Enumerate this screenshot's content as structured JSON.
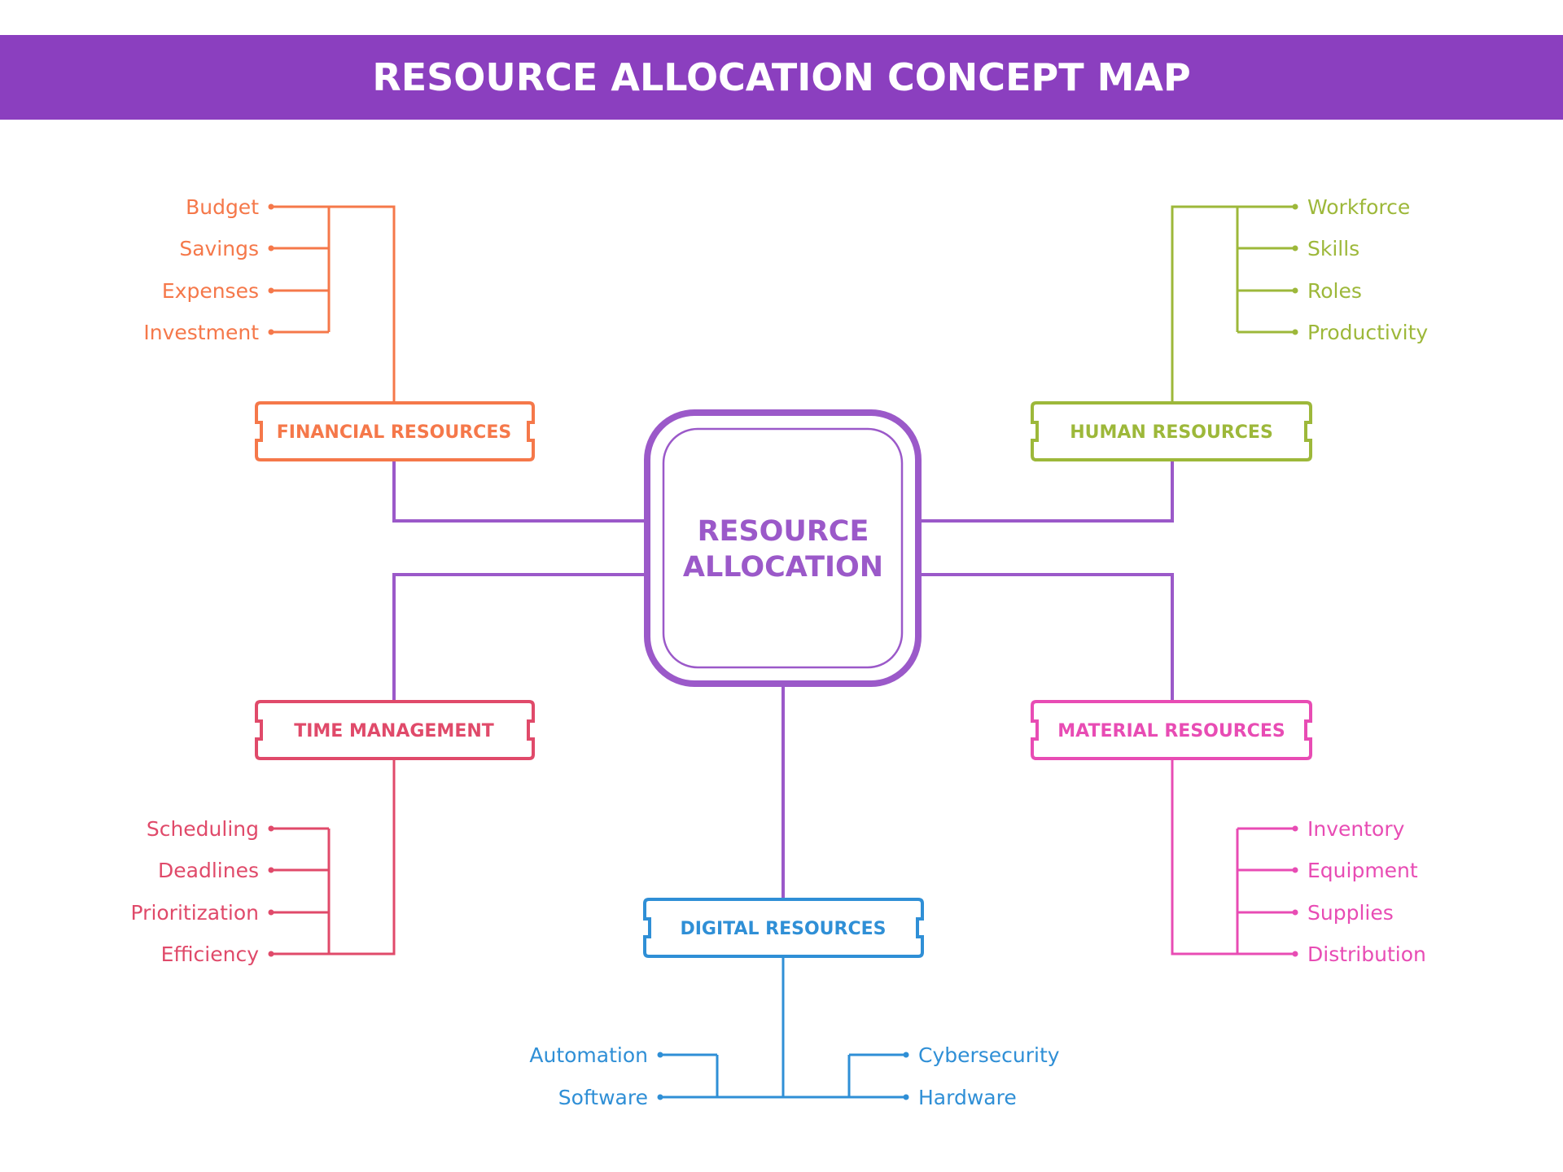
{
  "title": "RESOURCE ALLOCATION CONCEPT MAP",
  "center": {
    "line1": "RESOURCE",
    "line2": "ALLOCATION",
    "color": "#9b59c9"
  },
  "branches": {
    "financial": {
      "label": "FINANCIAL RESOURCES",
      "color": "#f5784a",
      "items": [
        "Budget",
        "Savings",
        "Expenses",
        "Investment"
      ]
    },
    "human": {
      "label": "HUMAN RESOURCES",
      "color": "#9db83a",
      "items": [
        "Workforce",
        "Skills",
        "Roles",
        "Productivity"
      ]
    },
    "time": {
      "label": "TIME MANAGEMENT",
      "color": "#e04a6a",
      "items": [
        "Scheduling",
        "Deadlines",
        "Prioritization",
        "Efficiency"
      ]
    },
    "material": {
      "label": "MATERIAL RESOURCES",
      "color": "#e84cb4",
      "items": [
        "Inventory",
        "Equipment",
        "Supplies",
        "Distribution"
      ]
    },
    "digital": {
      "label": "DIGITAL RESOURCES",
      "color": "#2f8fd6",
      "items_left": [
        "Automation",
        "Software"
      ],
      "items_right": [
        "Cybersecurity",
        "Hardware"
      ]
    }
  },
  "colors": {
    "title_bar": "#8b3fbf",
    "connector": "#9b59c9"
  }
}
